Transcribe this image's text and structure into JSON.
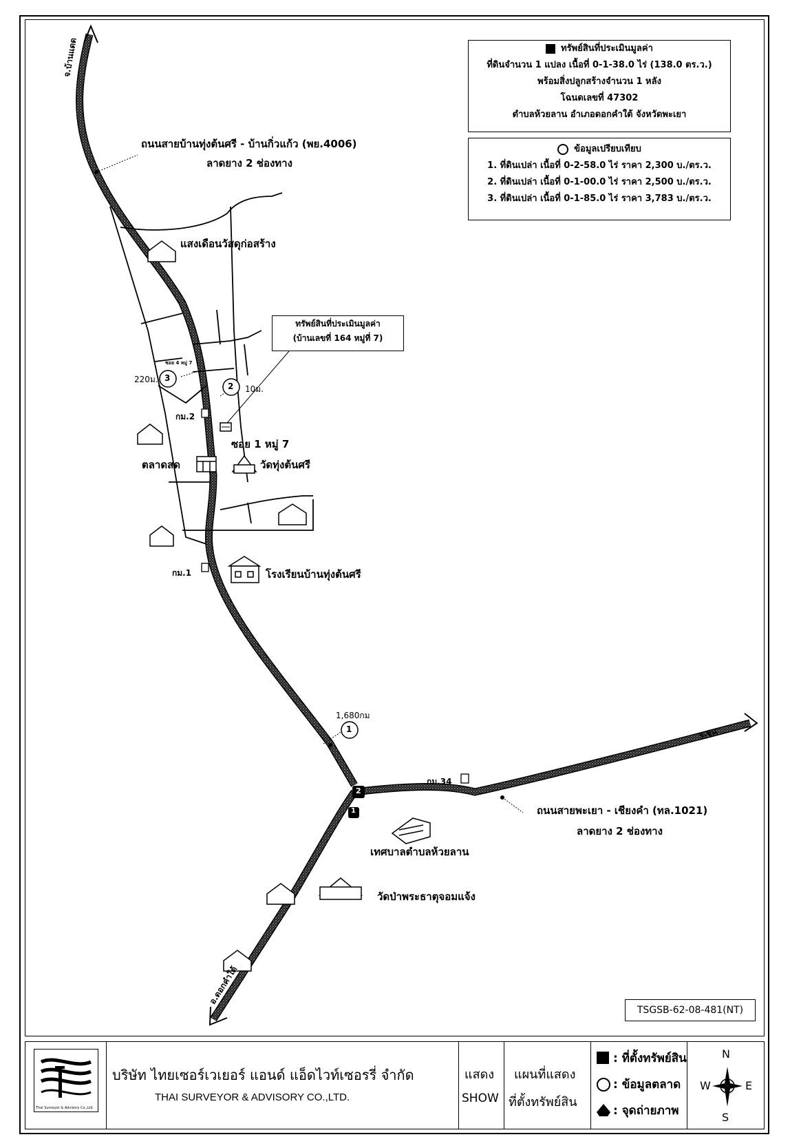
{
  "subject_box": {
    "title": "ทรัพย์สินที่ประเมินมูลค่า",
    "line1": "ที่ดินจำนวน 1 แปลง เนื้อที่ 0-1-38.0 ไร่ (138.0 ตร.ว.)",
    "line2": "พร้อมสิ่งปลูกสร้างจำนวน 1 หลัง",
    "line3": "โฉนดเลขที่ 47302",
    "line4": "ตำบลห้วยลาน อำเภอดอกคำใต้ จังหวัดพะเยา"
  },
  "comparable_box": {
    "title": "ข้อมูลเปรียบเทียบ",
    "items": [
      "1. ที่ดินเปล่า เนื้อที่ 0-2-58.0 ไร่ ราคา 2,300 บ./ตร.ว.",
      "2. ที่ดินเปล่า เนื้อที่ 0-1-00.0 ไร่ ราคา 2,500 บ./ตร.ว.",
      "3. ที่ดินเปล่า เนื้อที่ 0-1-85.0 ไร่ ราคา 3,783 บ./ตร.ว."
    ]
  },
  "roads": {
    "north_road_name": "ถนนสายบ้านทุ่งต้นศรี - บ้านกิ่วแก้ว (พย.4006)",
    "north_road_surface": "ลาดยาง 2 ช่องทาง",
    "east_road_name": "ถนนสายพะเยา - เชียงคำ (ทล.1021)",
    "east_road_surface": "ลาดยาง 2 ช่องทาง",
    "to_north": "จ.บ้านแดด",
    "to_east": "จ.จุน",
    "to_south": "อ.ดอกคำใต้"
  },
  "landmarks": {
    "shop": "แสงเดือนวัสดุก่อสร้าง",
    "subject_callout_1": "ทรัพย์สินที่ประเมินมูลค่า",
    "subject_callout_2": "(บ้านเลขที่ 164 หมู่ที่ 7)",
    "soi": "ซอย 1 หมู่ 7",
    "market": "ตลาดสด",
    "temple1": "วัดทุ่งต้นศรี",
    "school": "โรงเรียนบ้านทุ่งต้นศรี",
    "municipality": "เทศบาลตำบลห้วยลาน",
    "temple2": "วัดป่าพระธาตุจอมแจ้ง",
    "km1": "กม.1",
    "km2": "กม.2",
    "km34": "กม.34",
    "dist_220": "220ม.",
    "dist_10": "10ม.",
    "dist_1680": "1,680กม",
    "small_soi": "ซอย 4 หมู่ 7"
  },
  "markers": {
    "c1": "1",
    "c2": "2",
    "c3": "3",
    "p1": "1",
    "p2": "2"
  },
  "ref_code": "TSGSB-62-08-481(NT)",
  "footer": {
    "company_th": "บริษัท ไทยเซอร์เวเยอร์ แอนด์ แอ็ดไวท์เซอรรี่ จำกัด",
    "company_en": "THAI SURVEYOR & ADVISORY CO.,LTD.",
    "logo_caption": "Thai Surveyor & Advisory Co.,Ltd",
    "show_th": "แสดง",
    "show_en": "SHOW",
    "map_title_1": "แผนที่แสดง",
    "map_title_2": "ที่ตั้งทรัพย์สิน",
    "legend_property": ": ที่ตั้งทรัพย์สิน",
    "legend_market": ": ข้อมูลตลาด",
    "legend_photo": ": จุดถ่ายภาพ",
    "compass_n": "N",
    "compass_s": "S",
    "compass_e": "E",
    "compass_w": "W"
  },
  "colors": {
    "ink": "#000000",
    "road_fill": "#555555",
    "paper": "#ffffff"
  }
}
